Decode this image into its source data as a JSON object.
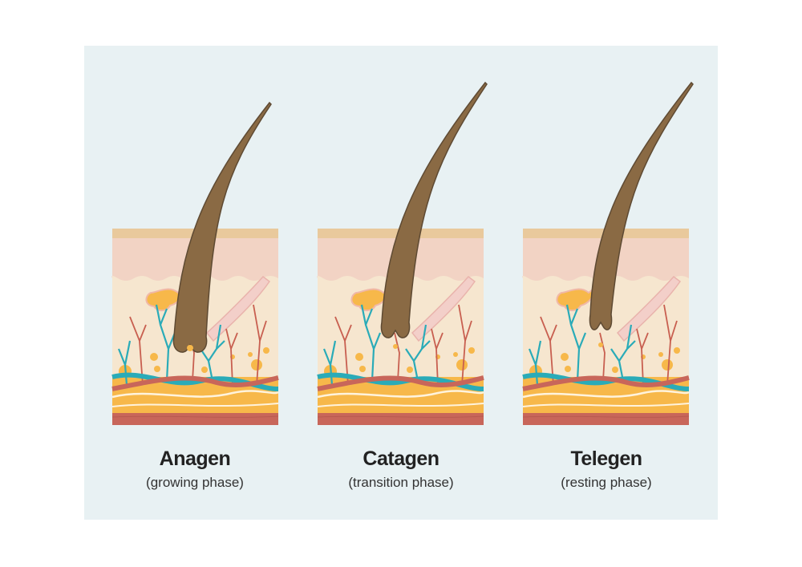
{
  "phases": [
    {
      "title": "Anagen",
      "subtitle": "(growing phase)"
    },
    {
      "title": "Catagen",
      "subtitle": "(transition phase)"
    },
    {
      "title": "Telegen",
      "subtitle": "(resting phase)"
    }
  ],
  "colors": {
    "background": "#e8f1f3",
    "hair": "#8a6a44",
    "epidermis": "#f2d3c4",
    "dermis": "#f6e6cf",
    "fat": "#f7b84a",
    "muscle": "#c8665a",
    "vein": "#2aabb8",
    "artery": "#c85f50"
  }
}
